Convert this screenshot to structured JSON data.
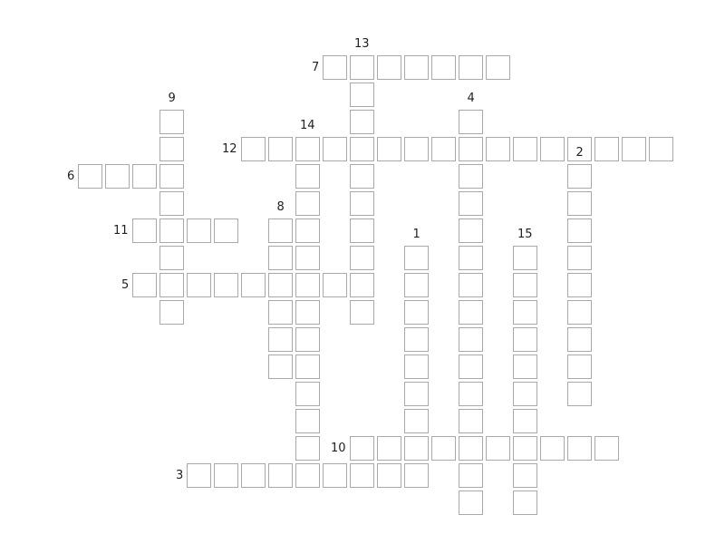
{
  "puzzle": {
    "grid": {
      "columns": 23,
      "rows": 17,
      "origin_col": 0,
      "origin_row": 0
    },
    "colors": {
      "cell_border": "#a9a9a9",
      "cell_fill": "#ffffff",
      "number_text": "#222222"
    },
    "entries": [
      {
        "number": "1",
        "direction": "down",
        "col": 13,
        "row": 8,
        "length": 9
      },
      {
        "number": "2",
        "direction": "down",
        "col": 19,
        "row": 5,
        "length": 9
      },
      {
        "number": "3",
        "direction": "across",
        "col": 5,
        "row": 16,
        "length": 9
      },
      {
        "number": "4",
        "direction": "down",
        "col": 15,
        "row": 3,
        "length": 15
      },
      {
        "number": "5",
        "direction": "across",
        "col": 3,
        "row": 9,
        "length": 8
      },
      {
        "number": "6",
        "direction": "across",
        "col": 1,
        "row": 5,
        "length": 4
      },
      {
        "number": "7",
        "direction": "across",
        "col": 10,
        "row": 1,
        "length": 7
      },
      {
        "number": "8",
        "direction": "down",
        "col": 8,
        "row": 7,
        "length": 6
      },
      {
        "number": "9",
        "direction": "down",
        "col": 4,
        "row": 3,
        "length": 8
      },
      {
        "number": "10",
        "direction": "across",
        "col": 11,
        "row": 15,
        "length": 10
      },
      {
        "number": "11",
        "direction": "across",
        "col": 3,
        "row": 7,
        "length": 4
      },
      {
        "number": "12",
        "direction": "across",
        "col": 7,
        "row": 4,
        "length": 16
      },
      {
        "number": "13",
        "direction": "down",
        "col": 11,
        "row": 1,
        "length": 10
      },
      {
        "number": "14",
        "direction": "down",
        "col": 9,
        "row": 4,
        "length": 13
      },
      {
        "number": "15",
        "direction": "down",
        "col": 17,
        "row": 8,
        "length": 10
      }
    ]
  }
}
